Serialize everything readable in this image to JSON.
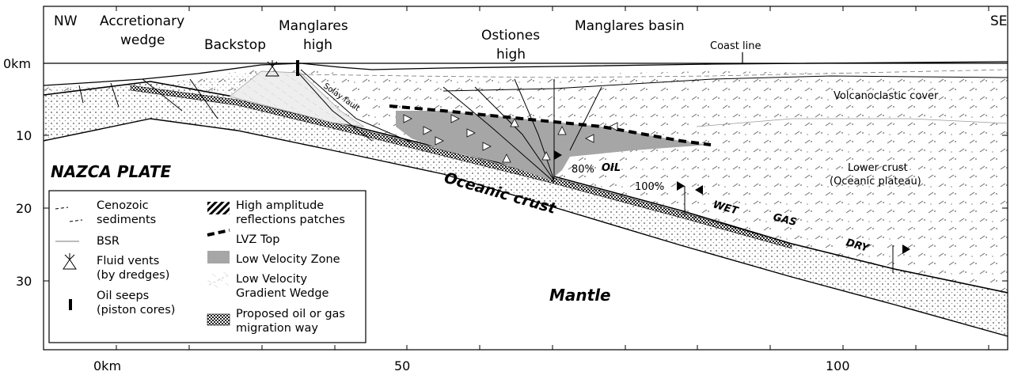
{
  "corners": {
    "left": "NW",
    "right": "SE"
  },
  "top_labels": {
    "accretionary_1": "Accretionary",
    "accretionary_2": "wedge",
    "backstop": "Backstop",
    "manglares_high_1": "Manglares",
    "manglares_high_2": "high",
    "ostiones_1": "Ostiones",
    "ostiones_2": "high",
    "manglares_basin": "Manglares basin",
    "coast_line": "Coast line"
  },
  "y_axis": {
    "ticks": [
      "0km",
      "10",
      "20",
      "30"
    ]
  },
  "x_axis": {
    "ticks": [
      "0km",
      "50",
      "100"
    ]
  },
  "section_labels": {
    "nazca": "NAZCA PLATE",
    "oceanic_crust": "Oceanic crust",
    "mantle": "Mantle",
    "volcanoclastic": "Volcanoclastic cover",
    "lower_crust_1": "Lower crust",
    "lower_crust_2": "(Oceanic plateau)",
    "solay_fault": "Solay fault",
    "pct_80": "80%",
    "pct_100": "100%",
    "oil": "OIL",
    "wet": "WET",
    "gas": "GAS",
    "dry": "DRY"
  },
  "legend": {
    "cenozoic_1": "Cenozoic",
    "cenozoic_2": "sediments",
    "bsr": "BSR",
    "fluid_1": "Fluid vents",
    "fluid_2": "(by dredges)",
    "oil_seeps_1": "Oil seeps",
    "oil_seeps_2": "(piston cores)",
    "high_amp_1": "High amplitude",
    "high_amp_2": "reflections patches",
    "lvz_top": "LVZ  Top",
    "lvz": "Low Velocity Zone",
    "lvg_1": "Low Velocity",
    "lvg_2": "Gradient Wedge",
    "proposed_1": "Proposed oil or gas",
    "proposed_2": "migration way"
  }
}
